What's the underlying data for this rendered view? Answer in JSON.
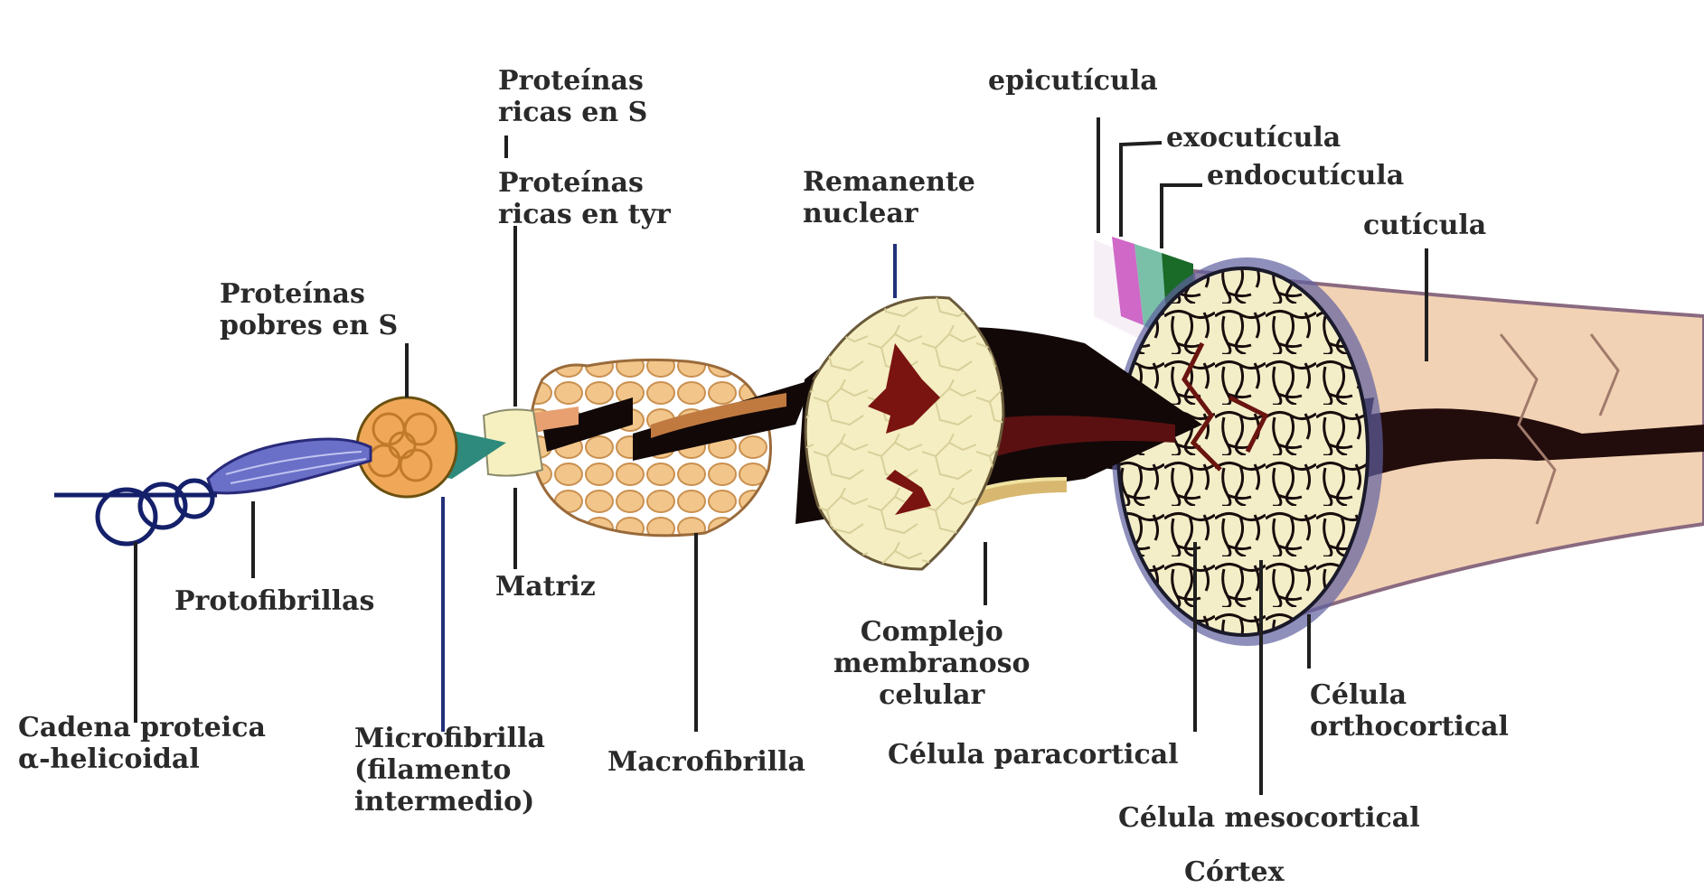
{
  "labels": {
    "cadena": "Cadena proteica\nα-helicoidal",
    "protofibrillas": "Protofibrillas",
    "microfibrilla": "Microfibrilla\n(filamento\nintermedio)",
    "proteinas_pobres": "Proteínas\npobres en S",
    "proteinas_ricas_s": "Proteínas\nricas en S",
    "proteinas_ricas_tyr": "Proteínas\nricas en tyr",
    "matriz": "Matriz",
    "macrofibrilla": "Macrofibrilla",
    "remanente": "Remanente\nnuclear",
    "complejo": "Complejo\nmembranoso\ncelular",
    "epicuticula": "epicutícula",
    "exocuticula": "exocutícula",
    "endocuticula": "endocutícula",
    "cuticula": "cutícula",
    "paracortical": "Célula paracortical",
    "ortocortical": "Célula\northocortical",
    "mesocortical": "Célula mesocortical",
    "cortex": "Córtex"
  },
  "colors": {
    "helix": "#14206a",
    "protofibril": "#6a70c8",
    "microfibril": "#f0a858",
    "teal": "#2e8a7c",
    "macro_fill": "#f2c68a",
    "matrix_cream": "#f6f0c0",
    "dark": "#120808",
    "nucleus": "#7a1410",
    "skin": "#f2d2b4"
  }
}
